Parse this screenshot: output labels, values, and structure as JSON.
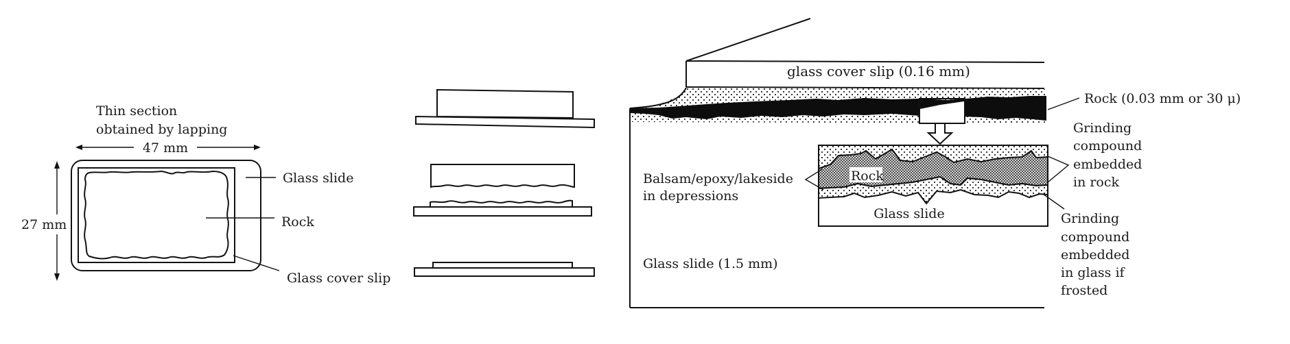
{
  "left_panel": {
    "title_line1": "Thin section",
    "title_line2": "obtained by lapping",
    "width_dim": "47 mm",
    "height_dim": "27 mm",
    "labels": {
      "glass_slide": "Glass slide",
      "rock": "Rock",
      "glass_cover_slip": "Glass cover slip"
    }
  },
  "middle_panel": {
    "steps": [
      "block-on-slide",
      "lapped-surfaces",
      "thin-section-on-slide"
    ]
  },
  "right_panel": {
    "cover_slip_label": "glass cover slip (0.16 mm)",
    "rock_label": "Rock (0.03 mm or 30 μ)",
    "glass_slide_label": "Glass slide (1.5 mm)",
    "balsam_line1": "Balsam/epoxy/lakeside",
    "balsam_line2": "in depressions",
    "inset_rock": "Rock",
    "inset_glass_slide": "Glass slide",
    "grinding_rock": [
      "Grinding",
      "compound",
      "embedded",
      "in rock"
    ],
    "grinding_glass": [
      "Grinding",
      "compound",
      "embedded",
      "in glass if",
      "frosted"
    ]
  }
}
